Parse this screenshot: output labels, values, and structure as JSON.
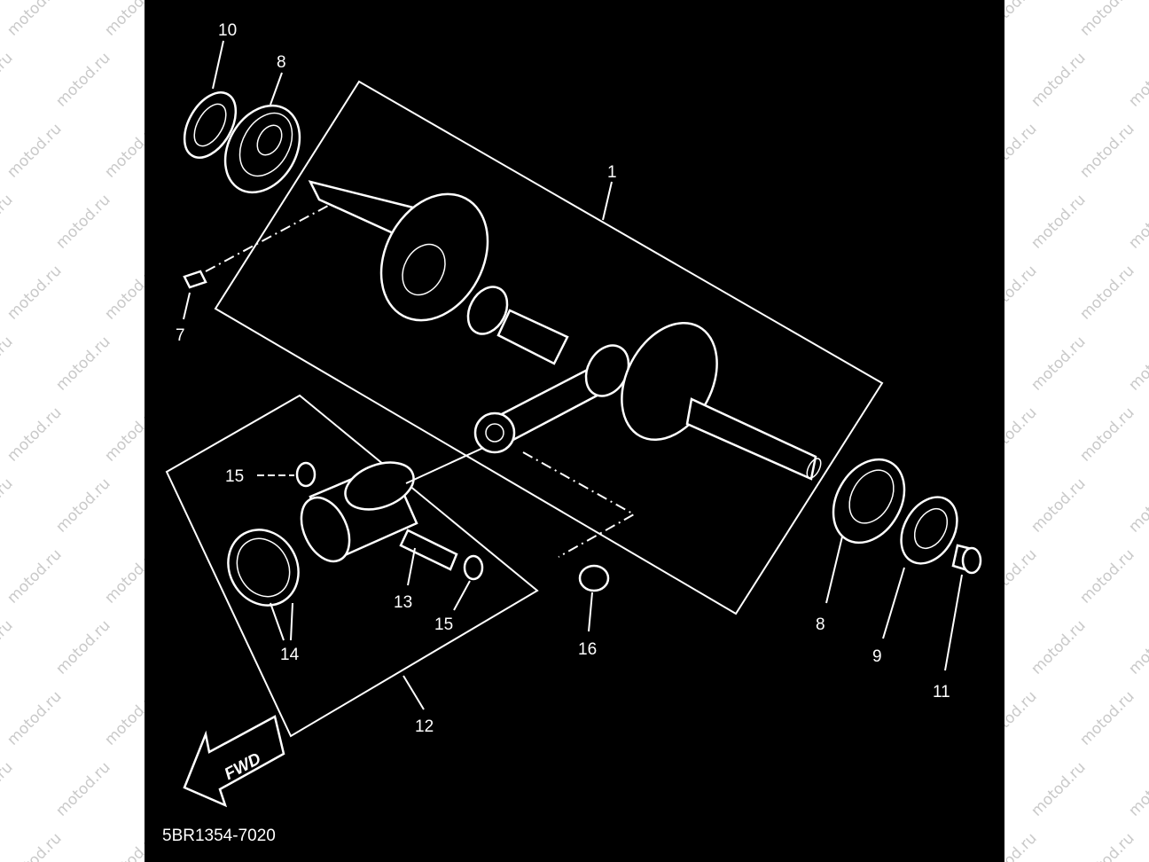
{
  "watermark": "motod.ru",
  "diagram_code": "5BR1354-7020",
  "fwd_label": "FWD",
  "callouts": [
    {
      "id": "1",
      "text": "1"
    },
    {
      "id": "7",
      "text": "7"
    },
    {
      "id": "8a",
      "text": "8"
    },
    {
      "id": "8b",
      "text": "8"
    },
    {
      "id": "9",
      "text": "9"
    },
    {
      "id": "10",
      "text": "10"
    },
    {
      "id": "11",
      "text": "11"
    },
    {
      "id": "12",
      "text": "12"
    },
    {
      "id": "13",
      "text": "13"
    },
    {
      "id": "14",
      "text": "14"
    },
    {
      "id": "15a",
      "text": "15"
    },
    {
      "id": "15b",
      "text": "15"
    },
    {
      "id": "16",
      "text": "16"
    }
  ],
  "colors": {
    "panel": "#000000",
    "ink": "#ffffff",
    "watermark": "#c9c9c9"
  }
}
